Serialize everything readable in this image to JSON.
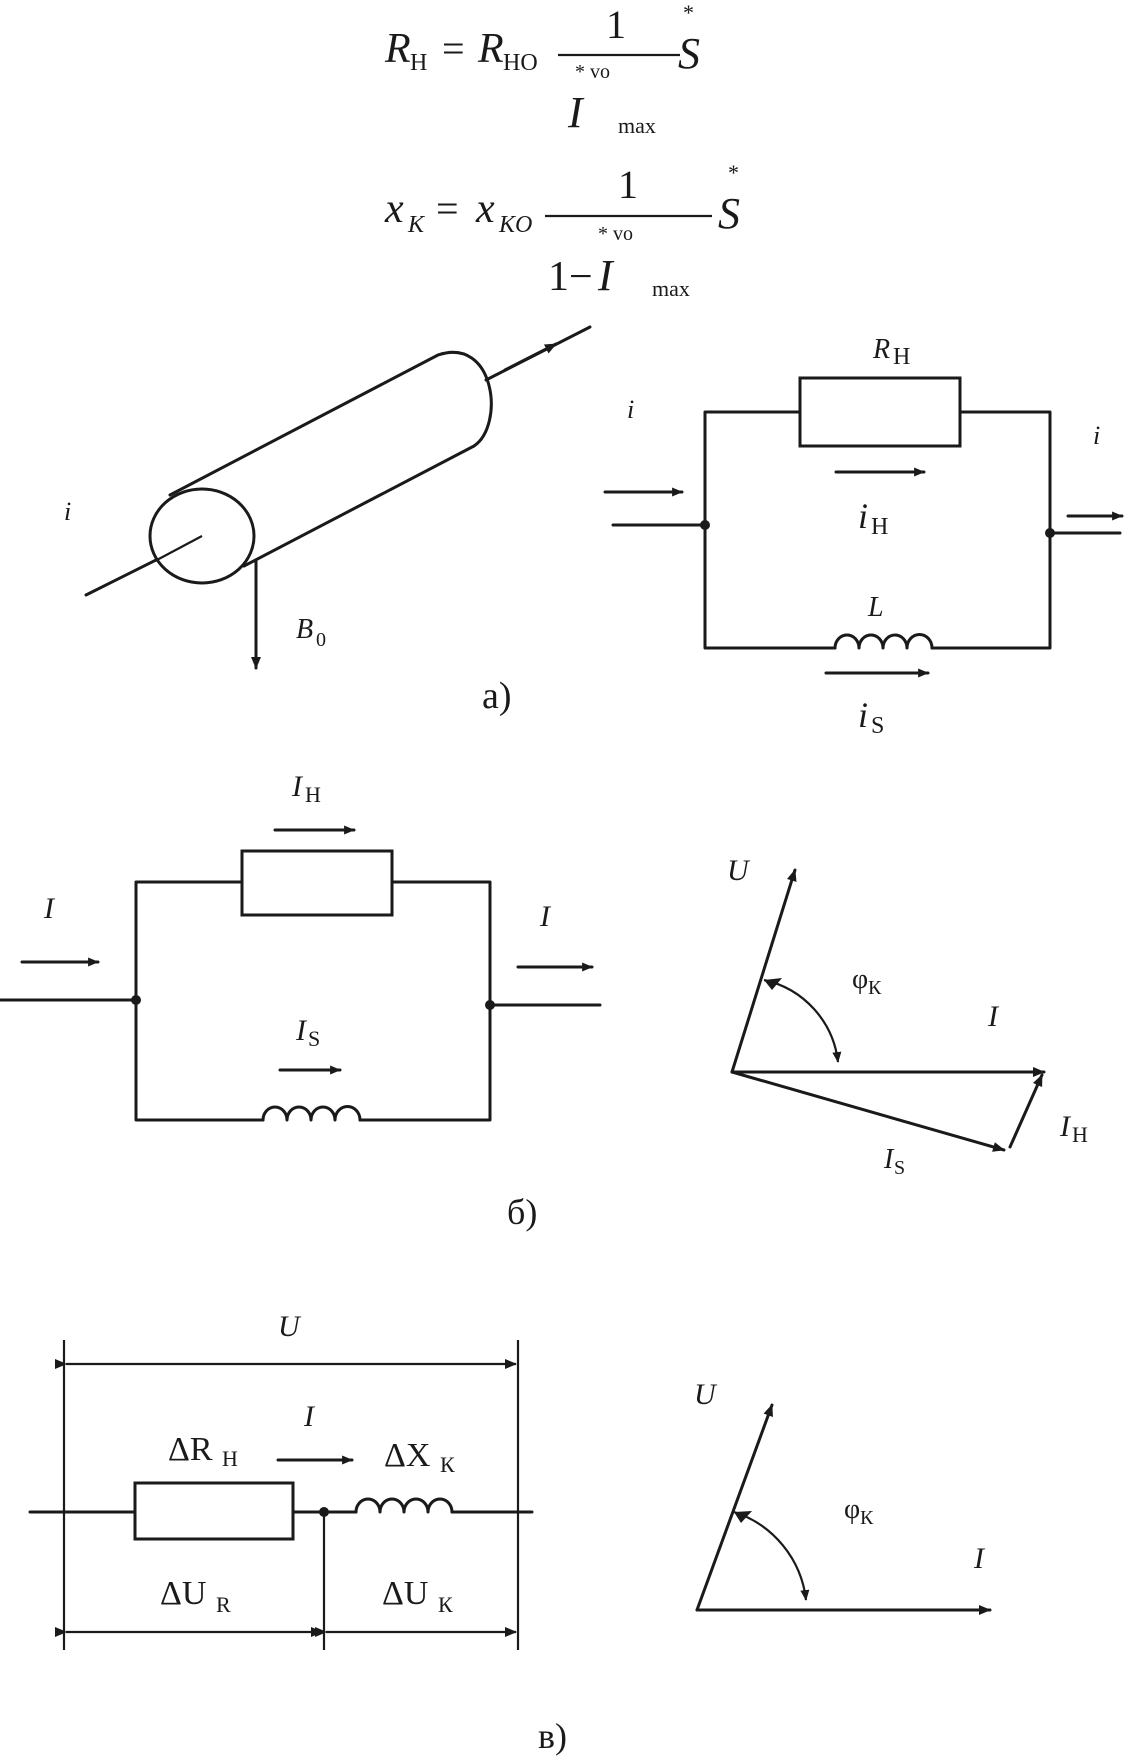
{
  "formulas": {
    "rh": {
      "lhs": "R",
      "lhs_sub": "Н",
      "rhs": "R",
      "rhs_sub": "НО",
      "numerator": "1",
      "denominator_var": "I",
      "star_vo": "* vo",
      "denominator_sub": "max",
      "factor": "S",
      "factor_star": "*"
    },
    "xk": {
      "lhs": "x",
      "lhs_sub": "K",
      "rhs": "x",
      "rhs_sub": "KO",
      "numerator": "1",
      "denominator_prefix": "1−",
      "denominator_var": "I",
      "star_vo": "* vo",
      "denominator_sub": "max",
      "factor": "S",
      "factor_star": "*"
    }
  },
  "panel_a": {
    "caption": "а)",
    "cylinder": {
      "current_label": "i",
      "field_label": "B",
      "field_sub": "0"
    },
    "circuit": {
      "input_label": "i",
      "output_label": "i",
      "resistor_label": "R",
      "resistor_sub": "Н",
      "resistor_current": "i",
      "resistor_current_sub": "Н",
      "inductor_label": "L",
      "inductor_current": "i",
      "inductor_current_sub": "S"
    }
  },
  "panel_b": {
    "caption": "б)",
    "circuit": {
      "input_label": "I",
      "output_label": "I",
      "resistor_current": "I",
      "resistor_current_sub": "Н",
      "inductor_current": "I",
      "inductor_current_sub": "S"
    },
    "phasor": {
      "voltage": "U",
      "angle": "φ",
      "angle_sub": "К",
      "current": "I",
      "current_h": "I",
      "current_h_sub": "Н",
      "current_s": "I",
      "current_s_sub": "S"
    }
  },
  "panel_c": {
    "caption": "в)",
    "circuit": {
      "total_voltage": "U",
      "current": "I",
      "resistor": "ΔR",
      "resistor_sub": "Н",
      "reactance": "ΔX",
      "reactance_sub": "К",
      "drop_r": "ΔU",
      "drop_r_sub": "R",
      "drop_k": "ΔU",
      "drop_k_sub": "К"
    },
    "phasor": {
      "voltage": "U",
      "angle": "φ",
      "angle_sub": "К",
      "current": "I"
    }
  }
}
